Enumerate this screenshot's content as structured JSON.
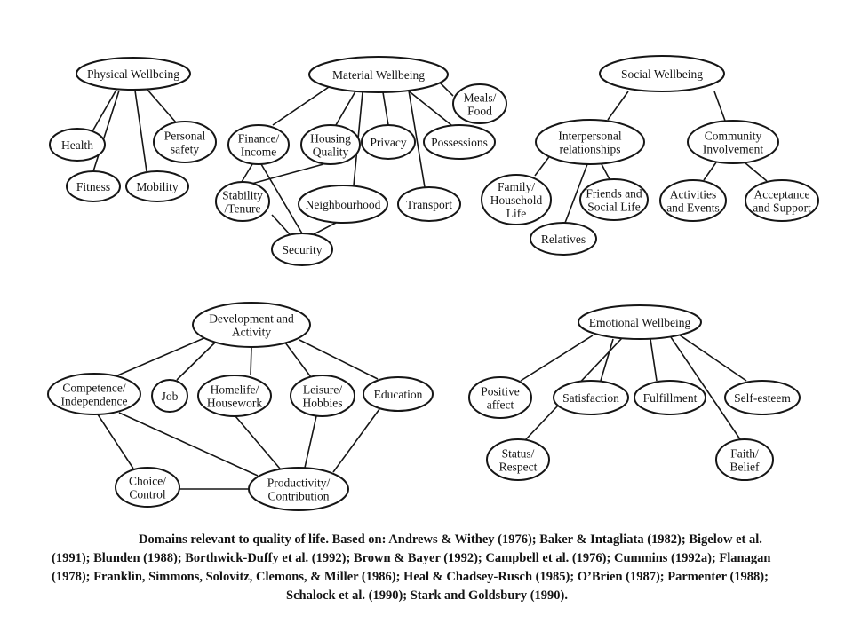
{
  "clusters": {
    "physical": {
      "title": [
        "Physical Wellbeing"
      ],
      "health": [
        "Health"
      ],
      "fitness": [
        "Fitness"
      ],
      "mobility": [
        "Mobility"
      ],
      "personal_safety": [
        "Personal",
        "safety"
      ]
    },
    "material": {
      "title": [
        "Material Wellbeing"
      ],
      "meals_food": [
        "Meals/",
        "Food"
      ],
      "finance_income": [
        "Finance/",
        "Income"
      ],
      "housing_quality": [
        "Housing",
        "Quality"
      ],
      "privacy": [
        "Privacy"
      ],
      "possessions": [
        "Possessions"
      ],
      "stability_tenure": [
        "Stability",
        "/Tenure"
      ],
      "neighbourhood": [
        "Neighbourhood"
      ],
      "transport": [
        "Transport"
      ],
      "security": [
        "Security"
      ]
    },
    "social": {
      "title": [
        "Social Wellbeing"
      ],
      "interpersonal": [
        "Interpersonal",
        "relationships"
      ],
      "community": [
        "Community",
        "Involvement"
      ],
      "family_household": [
        "Family/",
        "Household",
        "Life"
      ],
      "relatives": [
        "Relatives"
      ],
      "friends_social": [
        "Friends and",
        "Social Life"
      ],
      "activities_events": [
        "Activities",
        "and Events"
      ],
      "acceptance_support": [
        "Acceptance",
        "and Support"
      ]
    },
    "development": {
      "title": [
        "Development and",
        "Activity"
      ],
      "competence": [
        "Competence/",
        "Independence"
      ],
      "job": [
        "Job"
      ],
      "homelife": [
        "Homelife/",
        "Housework"
      ],
      "leisure": [
        "Leisure/",
        "Hobbies"
      ],
      "education": [
        "Education"
      ],
      "choice_control": [
        "Choice/",
        "Control"
      ],
      "productivity": [
        "Productivity/",
        "Contribution"
      ]
    },
    "emotional": {
      "title": [
        "Emotional Wellbeing"
      ],
      "positive_affect": [
        "Positive",
        "affect"
      ],
      "satisfaction": [
        "Satisfaction"
      ],
      "fulfillment": [
        "Fulfillment"
      ],
      "self_esteem": [
        "Self-esteem"
      ],
      "status_respect": [
        "Status/",
        "Respect"
      ],
      "faith_belief": [
        "Faith/",
        "Belief"
      ]
    }
  },
  "caption": {
    "line1": "Domains relevant to quality of life. Based on: Andrews & Withey (1976); Baker & Intagliata (1982); Bigelow et al.",
    "line2": "(1991); Blunden (1988); Borthwick-Duffy et al. (1992); Brown & Bayer (1992); Campbell et al. (1976); Cummins (1992a); Flanagan",
    "line3": "(1978); Franklin, Simmons, Solovitz, Clemons, & Miller (1986); Heal & Chadsey-Rusch (1985); O’Brien (1987); Parmenter (1988);",
    "line4": "Schalock et al. (1990); Stark and Goldsbury (1990)."
  }
}
